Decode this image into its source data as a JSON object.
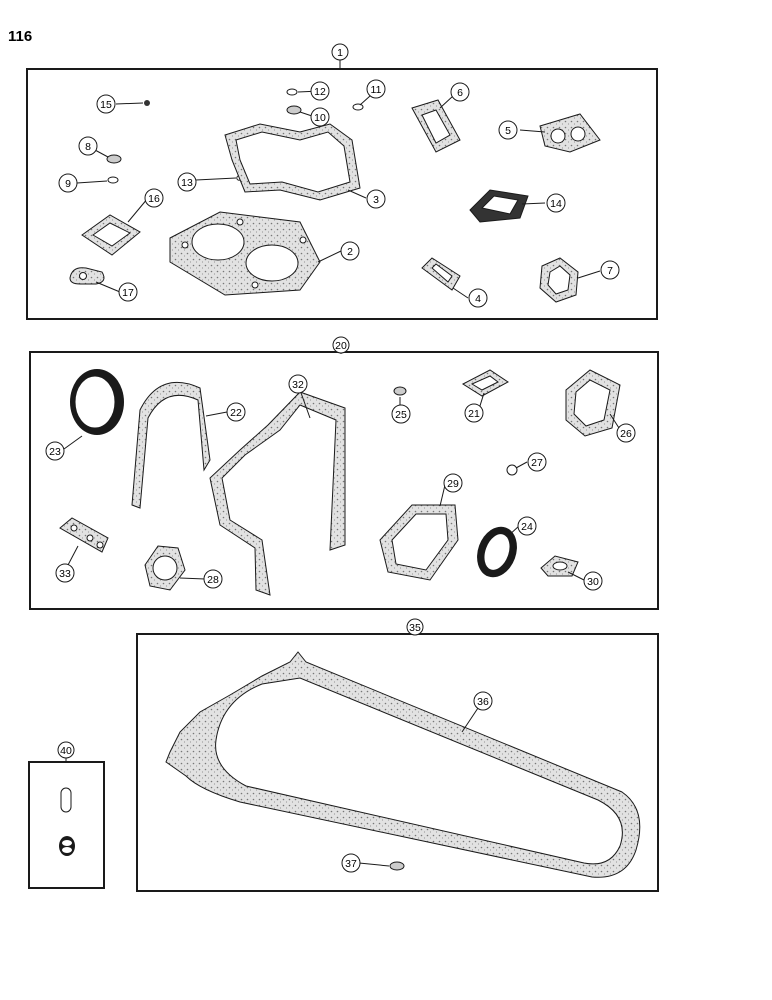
{
  "page_number": "116",
  "groups": {
    "top": "1",
    "middle": "20",
    "oil_pan": "35",
    "small_kit": "40"
  },
  "callouts": {
    "c2": "2",
    "c3": "3",
    "c4": "4",
    "c5": "5",
    "c6": "6",
    "c7": "7",
    "c8": "8",
    "c9": "9",
    "c10": "10",
    "c11": "11",
    "c12": "12",
    "c13": "13",
    "c14": "14",
    "c15": "15",
    "c16": "16",
    "c17": "17",
    "c21": "21",
    "c22": "22",
    "c23": "23",
    "c24": "24",
    "c25": "25",
    "c26": "26",
    "c27": "27",
    "c28": "28",
    "c29": "29",
    "c30": "30",
    "c32": "32",
    "c33": "33",
    "c36": "36",
    "c37": "37"
  },
  "colors": {
    "ink": "#1a1a1a",
    "gasket_fill": "#d9d9d9",
    "paper": "#ffffff"
  }
}
